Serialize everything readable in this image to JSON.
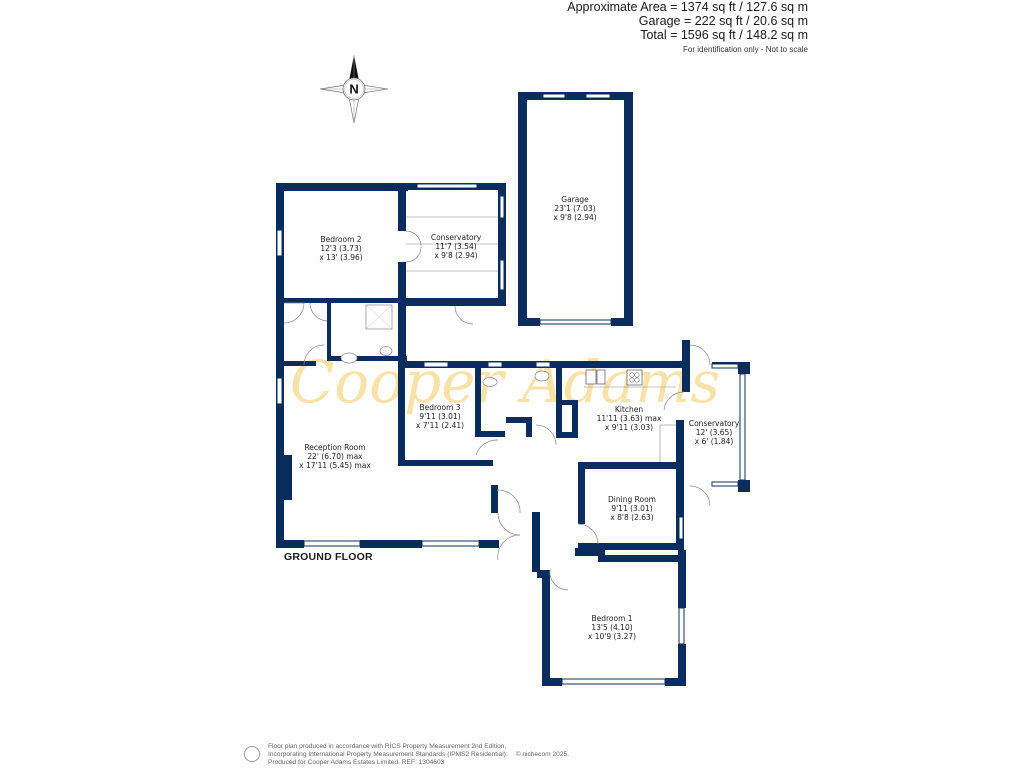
{
  "header": {
    "area_lines": [
      "Approximate Area = 1374 sq ft / 127.6 sq m",
      "Garage = 222 sq ft / 20.6 sq m",
      "Total = 1596 sq ft / 148.2 sq m"
    ],
    "note": "For identification only - Not to scale"
  },
  "compass": {
    "label": "N",
    "icon": "north-compass-icon"
  },
  "watermark": {
    "text": "Cooper Adams",
    "color": "#f7d98a"
  },
  "colors": {
    "wall": "#0b2d5e",
    "window": "#ffffff",
    "text": "#1d1d1d"
  },
  "floor_label": "GROUND FLOOR",
  "rooms": {
    "bedroom2": {
      "name": "Bedroom 2",
      "dim1": "12'3 (3.73)",
      "dim2": "x 13' (3.96)"
    },
    "conservatory_top": {
      "name": "Conservatory",
      "dim1": "11'7 (3.54)",
      "dim2": "x 9'8 (2.94)"
    },
    "garage": {
      "name": "Garage",
      "dim1": "23'1 (7.03)",
      "dim2": "x 9'8 (2.94)"
    },
    "reception": {
      "name": "Reception Room",
      "dim1": "22' (6.70) max",
      "dim2": "x 17'11 (5.45) max"
    },
    "bedroom3": {
      "name": "Bedroom 3",
      "dim1": "9'11 (3.01)",
      "dim2": "x 7'11 (2.41)"
    },
    "kitchen": {
      "name": "Kitchen",
      "dim1": "11'11 (3.63) max",
      "dim2": "x 9'11 (3.03)"
    },
    "conservatory_right": {
      "name": "Conservatory",
      "dim1": "12' (3.65)",
      "dim2": "x 6' (1.84)"
    },
    "dining": {
      "name": "Dining Room",
      "dim1": "9'11 (3.01)",
      "dim2": "x 8'8 (2.63)"
    },
    "bedroom1": {
      "name": "Bedroom 1",
      "dim1": "13'5 (4.10)",
      "dim2": "x 10'9 (3.27)"
    }
  },
  "footer": {
    "lines": [
      "Floor plan produced in accordance with RICS Property Measurement 2nd Edition,",
      "Incorporating International Property Measurement Standards (IPMS2 Residential).",
      "Produced for Cooper Adams Estates Limited.   REF: 1304603"
    ],
    "copyright": "© nichecom 2025."
  }
}
